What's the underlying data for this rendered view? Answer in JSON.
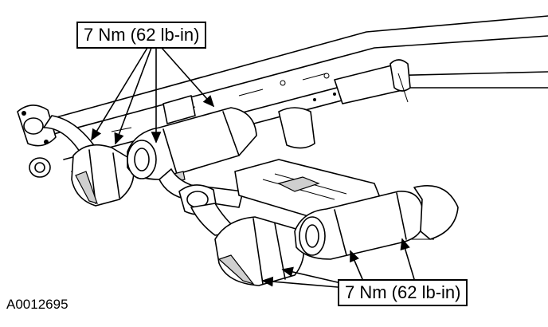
{
  "callouts": {
    "top_torque": "7 Nm (62 lb-in)",
    "bottom_torque": "7 Nm (62 lb-in)"
  },
  "figure_id": "A0012695"
}
